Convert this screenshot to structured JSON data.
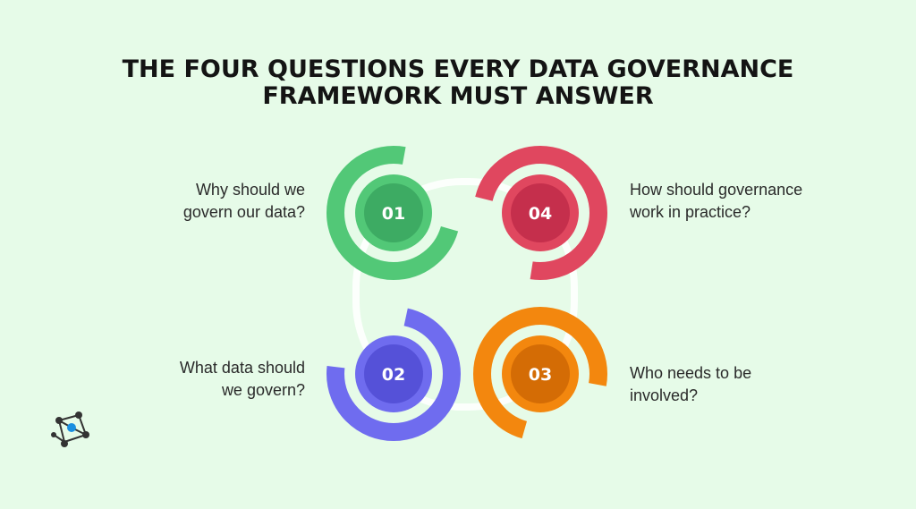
{
  "title": {
    "line1": "THE FOUR QUESTIONS EVERY DATA GOVERNANCE",
    "line2": "FRAMEWORK MUST ANSWER"
  },
  "questions": [
    {
      "number": "01",
      "line1": "Why should we",
      "line2": "govern our data?",
      "color": "#52c877",
      "inner": "#3dab63"
    },
    {
      "number": "02",
      "line1": "What data should",
      "line2": "we govern?",
      "color": "#6f6cef",
      "inner": "#5551d8"
    },
    {
      "number": "03",
      "line1": "Who needs to be",
      "line2": "involved?",
      "color": "#f3870e",
      "inner": "#d46c05"
    },
    {
      "number": "04",
      "line1": "How should governance",
      "line2": "work in practice?",
      "color": "#e0475f",
      "inner": "#c52f4c"
    }
  ],
  "logo_icon": "network-node-logo",
  "colors": {
    "background": "#e6fbe8",
    "connector": "#ffffff"
  }
}
